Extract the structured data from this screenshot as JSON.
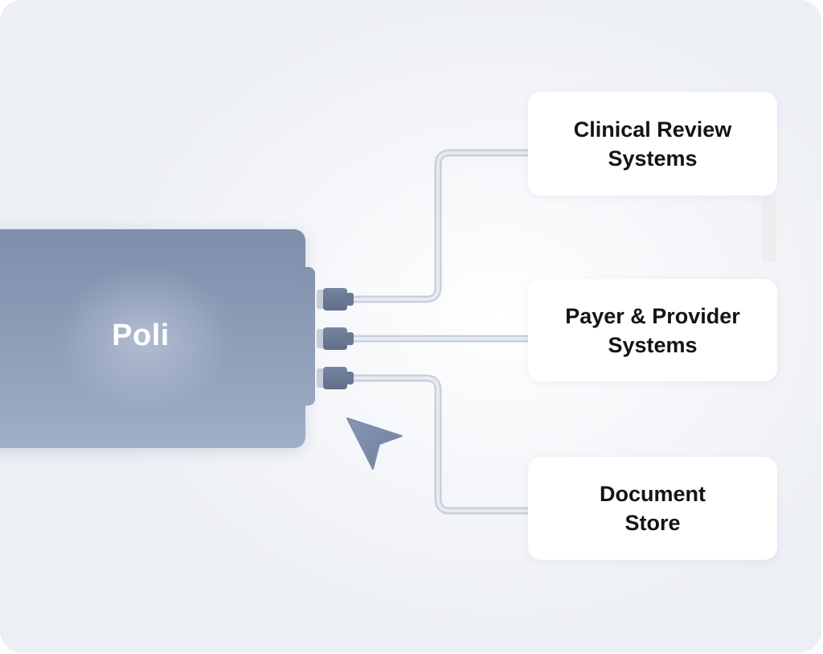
{
  "diagram": {
    "source": {
      "label": "Poli"
    },
    "targets": [
      {
        "label": "Clinical Review\nSystems"
      },
      {
        "label": "Payer & Provider\nSystems"
      },
      {
        "label": "Document\nStore"
      }
    ],
    "connections": [
      {
        "from": "Poli",
        "to": "Clinical Review Systems"
      },
      {
        "from": "Poli",
        "to": "Payer & Provider Systems"
      },
      {
        "from": "Poli",
        "to": "Document Store"
      }
    ]
  },
  "colors": {
    "background": "#eceff4",
    "device": "#8c9bb6",
    "plug": "#6a7993",
    "wire": "#d3d9e3",
    "node": "#ffffff",
    "node_text": "#121417",
    "device_text": "#ffffff",
    "cursor": "#7d8dab"
  },
  "icons": {
    "cursor": "arrow-cursor-icon"
  }
}
